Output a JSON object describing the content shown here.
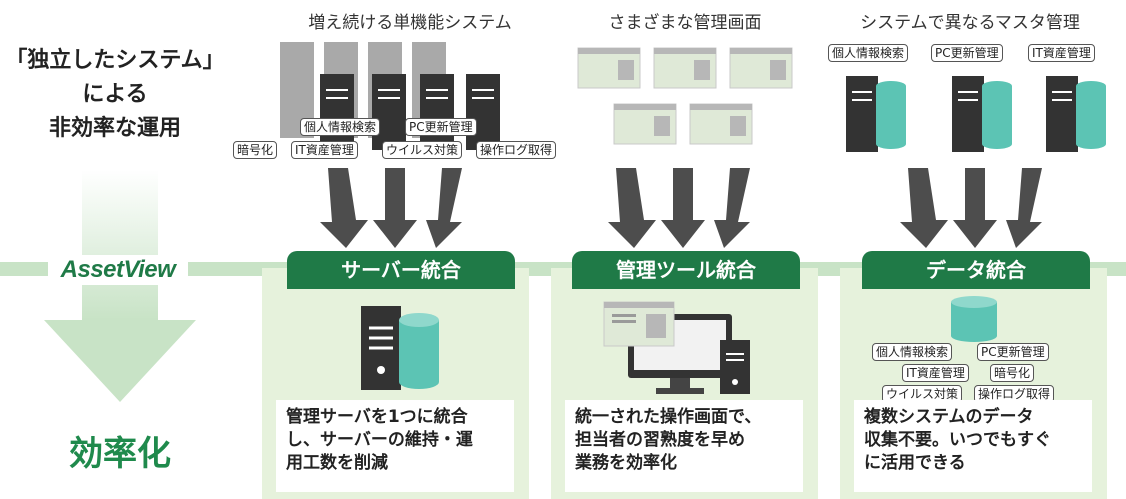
{
  "left": {
    "title_lines": [
      "「独立したシステム」",
      "による",
      "非効率な運用"
    ],
    "brand": "AssetView",
    "result": "効率化"
  },
  "columns": [
    {
      "heading": "増え続ける単機能システム",
      "ribbon": "サーバー統合",
      "tags": [
        "個人情報検索",
        "PC更新管理",
        "暗号化",
        "IT資産管理",
        "ウイルス対策",
        "操作ログ取得"
      ],
      "description": [
        "管理サーバを1つに統合",
        "し、サーバーの維持・運",
        "用工数を削減"
      ]
    },
    {
      "heading": "さまざまな管理画面",
      "ribbon": "管理ツール統合",
      "tags": [],
      "description": [
        "統一された操作画面で、",
        "担当者の習熟度を早め",
        "業務を効率化"
      ]
    },
    {
      "heading": "システムで異なるマスタ管理",
      "ribbon": "データ統合",
      "tags": [
        "個人情報検索",
        "PC更新管理",
        "IT資産管理"
      ],
      "result_tags": [
        "個人情報検索",
        "PC更新管理",
        "IT資産管理",
        "暗号化",
        "ウイルス対策",
        "操作ログ取得"
      ],
      "description": [
        "複数システムのデータ",
        "収集不要。いつでもすぐ",
        "に活用できる"
      ]
    }
  ],
  "colors": {
    "accent_green": "#1f7a47",
    "light_green": "#e6f2dc",
    "band_green": "#c8e3c6",
    "arrow_gray": "#4d4d4d",
    "db_teal": "#5cc4b4",
    "server_dark": "#333333"
  }
}
